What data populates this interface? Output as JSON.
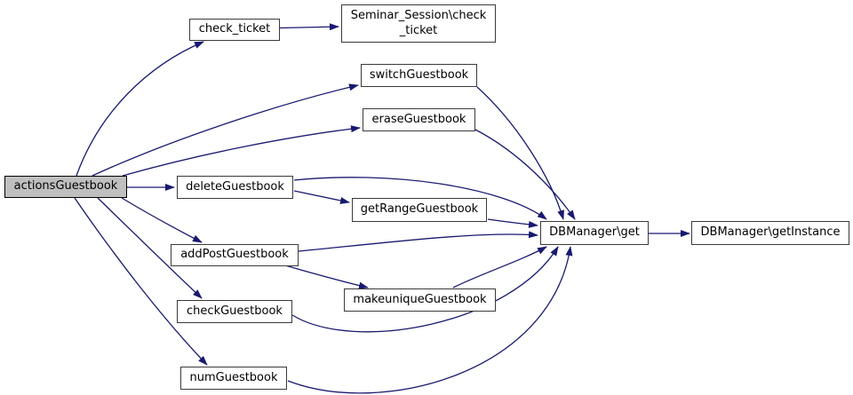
{
  "diagram": {
    "type": "call-graph",
    "highlighted_node": "actionsGuestbook",
    "colors": {
      "edge": "#191970",
      "node_border": "#3a3a3a",
      "node_background": "#ffffff",
      "highlight_background": "#bfbfbf",
      "text": "#000000"
    },
    "nodes": [
      {
        "id": "actionsGuestbook",
        "label": "actionsGuestbook"
      },
      {
        "id": "check_ticket",
        "label": "check_ticket"
      },
      {
        "id": "seminar_check_ticket",
        "label": "Seminar_Session\\check\n_ticket"
      },
      {
        "id": "switchGuestbook",
        "label": "switchGuestbook"
      },
      {
        "id": "eraseGuestbook",
        "label": "eraseGuestbook"
      },
      {
        "id": "deleteGuestbook",
        "label": "deleteGuestbook"
      },
      {
        "id": "getRangeGuestbook",
        "label": "getRangeGuestbook"
      },
      {
        "id": "addPostGuestbook",
        "label": "addPostGuestbook"
      },
      {
        "id": "makeuniqueGuestbook",
        "label": "makeuniqueGuestbook"
      },
      {
        "id": "checkGuestbook",
        "label": "checkGuestbook"
      },
      {
        "id": "numGuestbook",
        "label": "numGuestbook"
      },
      {
        "id": "dbmanager_get",
        "label": "DBManager\\get"
      },
      {
        "id": "dbmanager_getinstance",
        "label": "DBManager\\getInstance"
      }
    ],
    "edges": [
      {
        "from": "actionsGuestbook",
        "to": "check_ticket"
      },
      {
        "from": "check_ticket",
        "to": "Seminar_Session\\check_ticket"
      },
      {
        "from": "actionsGuestbook",
        "to": "switchGuestbook"
      },
      {
        "from": "actionsGuestbook",
        "to": "eraseGuestbook"
      },
      {
        "from": "actionsGuestbook",
        "to": "deleteGuestbook"
      },
      {
        "from": "actionsGuestbook",
        "to": "addPostGuestbook"
      },
      {
        "from": "actionsGuestbook",
        "to": "checkGuestbook"
      },
      {
        "from": "actionsGuestbook",
        "to": "numGuestbook"
      },
      {
        "from": "deleteGuestbook",
        "to": "getRangeGuestbook"
      },
      {
        "from": "deleteGuestbook",
        "to": "DBManager\\get"
      },
      {
        "from": "switchGuestbook",
        "to": "DBManager\\get"
      },
      {
        "from": "eraseGuestbook",
        "to": "DBManager\\get"
      },
      {
        "from": "getRangeGuestbook",
        "to": "DBManager\\get"
      },
      {
        "from": "addPostGuestbook",
        "to": "DBManager\\get"
      },
      {
        "from": "addPostGuestbook",
        "to": "makeuniqueGuestbook"
      },
      {
        "from": "makeuniqueGuestbook",
        "to": "DBManager\\get"
      },
      {
        "from": "checkGuestbook",
        "to": "DBManager\\get"
      },
      {
        "from": "numGuestbook",
        "to": "DBManager\\get"
      },
      {
        "from": "DBManager\\get",
        "to": "DBManager\\getInstance"
      }
    ]
  }
}
